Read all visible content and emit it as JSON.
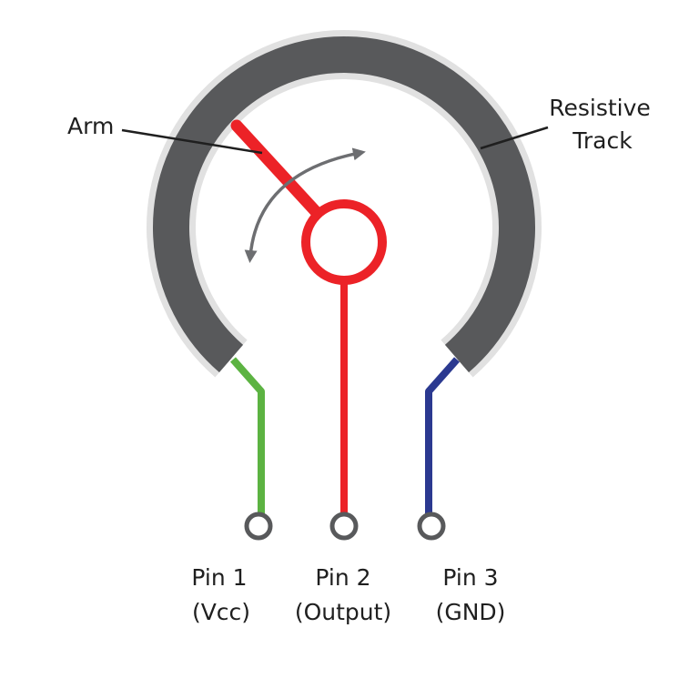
{
  "labels": {
    "arm": "Arm",
    "track_line1": "Resistive",
    "track_line2": "Track"
  },
  "pins": [
    {
      "name": "Pin 1",
      "role": "(Vcc)",
      "color": "#5cb342"
    },
    {
      "name": "Pin 2",
      "role": "(Output)",
      "color": "#ec2227"
    },
    {
      "name": "Pin 3",
      "role": "(GND)",
      "color": "#2b3990"
    }
  ],
  "colors": {
    "track": "#58595b",
    "track_edge": "#e1e1e1",
    "arm": "#ec2227",
    "rotation_arrow": "#6d6e71",
    "text": "#1f1f1f"
  }
}
